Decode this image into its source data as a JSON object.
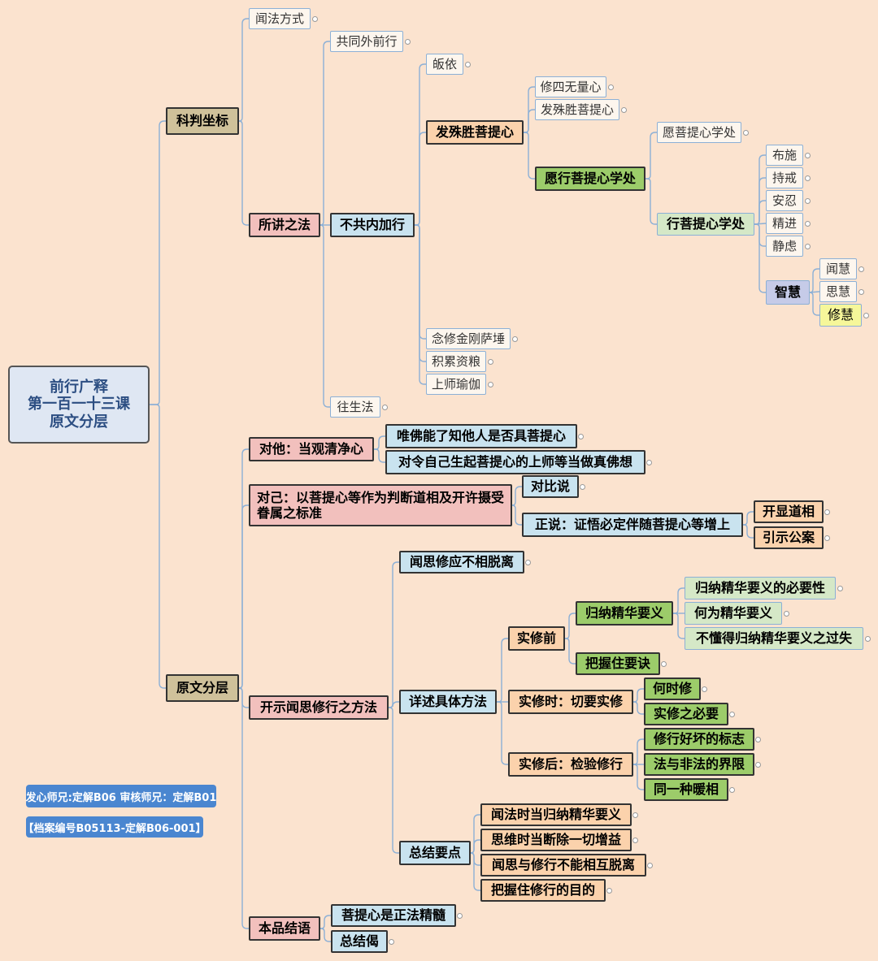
{
  "root": {
    "line1": "前行广释",
    "line2": "第一百一十三课",
    "line3": "原文分层"
  },
  "n": {
    "kepan": "科判坐标",
    "wenfa": "闻法方式",
    "suojiang": "所讲之法",
    "gongtong": "共同外前行",
    "bugong": "不共内加行",
    "guiyi": "皈依",
    "fashu": "发殊胜菩提心",
    "xiusi": "修四无量心",
    "fashu2": "发殊胜菩提心",
    "yuanxing": "愿行菩提心学处",
    "yuanputi": "愿菩提心学处",
    "xingputi": "行菩提心学处",
    "bushi": "布施",
    "chijie": "持戒",
    "anren": "安忍",
    "jingjin": "精进",
    "jinglv": "静虑",
    "zhihui": "智慧",
    "wenhui": "闻慧",
    "sihui": "思慧",
    "xiuhui": "修慧",
    "nianxiu": "念修金刚萨埵",
    "jilei": "积累资粮",
    "shangshi": "上师瑜伽",
    "wangsheng": "往生法",
    "yuanwen": "原文分层",
    "duita": "对他：当观清净心",
    "weifo": "唯佛能了知他人是否具菩提心",
    "duiling": "对令自己生起菩提心的上师等当做真佛想",
    "duiji": "对己：以菩提心等作为判断道相及开许摄受眷属之标准",
    "duibi": "对比说",
    "zhengshuo": "正说：证悟必定伴随菩提心等增上",
    "kaixian": "开显道相",
    "yinshi": "引示公案",
    "kaishi": "开示闻思修行之方法",
    "wensi": "闻思修应不相脱离",
    "xiangshu": "详述具体方法",
    "shixiuqian": "实修前",
    "guina": "归纳精华要义",
    "guinabiyao": "归纳精华要义的必要性",
    "hewei": "何为精华要义",
    "budong": "不懂得归纳精华要义之过失",
    "bawo": "把握住要诀",
    "shixiushi": "实修时：切要实修",
    "heshi": "何时修",
    "shixiuzhi": "实修之必要",
    "shixiuhou": "实修后：检验修行",
    "xiuxing": "修行好坏的标志",
    "fayu": "法与非法的界限",
    "tongyi": "同一种暖相",
    "zongjie": "总结要点",
    "wenfashi": "闻法时当归纳精华要义",
    "siweishi": "思维时当断除一切增益",
    "wensiyu": "闻思与修行不能相互脱离",
    "bawomudi": "把握住修行的目的",
    "benpin": "本品结语",
    "putixin": "菩提心是正法精髓",
    "zongjiejie": "总结偈"
  },
  "badges": {
    "credit": "发心师兄:定解B06 审核师兄：定解B01",
    "archive": "【档案编号B05113-定解B06-001】"
  },
  "colors": {
    "background": "#fbe3cf",
    "line": "#8cb0d6",
    "badge": "#4a86d0"
  }
}
